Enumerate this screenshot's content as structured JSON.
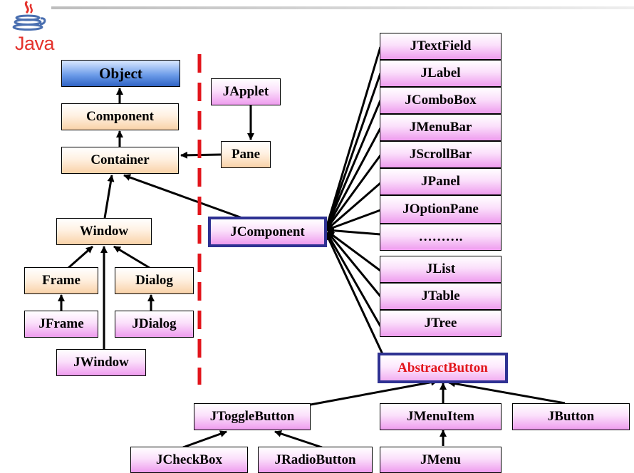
{
  "logo": {
    "text": "Java",
    "icon": "java-cup-icon"
  },
  "nodes": {
    "object": "Object",
    "component": "Component",
    "container": "Container",
    "window": "Window",
    "frame": "Frame",
    "dialog": "Dialog",
    "jframe": "JFrame",
    "jdialog": "JDialog",
    "jwindow": "JWindow",
    "japplet": "JApplet",
    "pane": "Pane",
    "jcomponent": "JComponent",
    "jtextfield": "JTextField",
    "jlabel": "JLabel",
    "jcombobox": "JComboBox",
    "jmenubar": "JMenuBar",
    "jscrollbar": "JScrollBar",
    "jpanel": "JPanel",
    "joptionpane": "JOptionPane",
    "ellipsis": "……….",
    "jlist": "JList",
    "jtable": "JTable",
    "jtree": "JTree",
    "abstractbutton": "AbstractButton",
    "jtogglebutton": "JToggleButton",
    "jmenuitem": "JMenuItem",
    "jbutton": "JButton",
    "jcheckbox": "JCheckBox",
    "jradiobutton": "JRadioButton",
    "jmenu": "JMenu"
  },
  "colors": {
    "divider": "#e2141b",
    "highlight_border": "#2e3192",
    "abstract_text": "#e2141b"
  }
}
